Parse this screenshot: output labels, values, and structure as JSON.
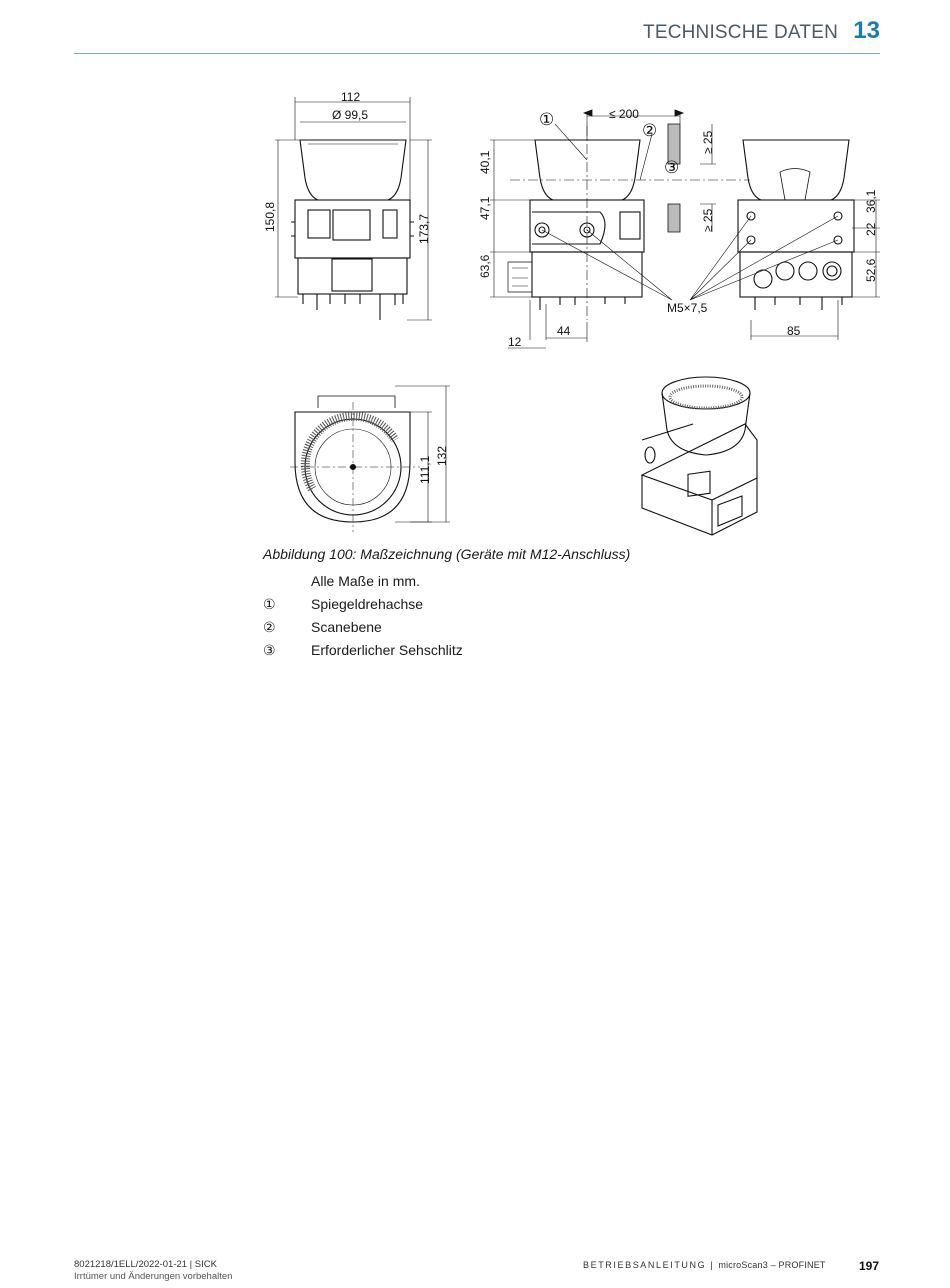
{
  "header": {
    "title": "TECHNISCHE DATEN",
    "chapter": "13"
  },
  "drawing": {
    "dims": {
      "width_total": "112",
      "diameter": "Ø 99,5",
      "height_150": "150,8",
      "height_173": "173,7",
      "max_200": "≤ 200",
      "dim_40": "40,1",
      "dim_47": "47,1",
      "dim_63": "63,6",
      "ge25_top": "≥ 25",
      "ge25_bottom": "≥ 25",
      "dim_36": "36,1",
      "dim_22": "22",
      "dim_52": "52,6",
      "thread": "M5×7,5",
      "dim_12": "12",
      "dim_44": "44",
      "dim_85": "85",
      "dim_111": "111,1",
      "dim_132": "132"
    },
    "markers": {
      "m1": "①",
      "m2": "②",
      "m3": "③"
    }
  },
  "caption": "Abbildung 100: Maßzeichnung (Geräte mit M12-Anschluss)",
  "legend": {
    "note": "Alle Maße in mm.",
    "items": [
      {
        "marker": "①",
        "text": "Spiegeldrehachse"
      },
      {
        "marker": "②",
        "text": "Scanebene"
      },
      {
        "marker": "③",
        "text": "Erforderlicher Sehschlitz"
      }
    ]
  },
  "footer": {
    "doc": "8021218/1ELL/2022-01-21 | SICK",
    "disclaimer": "Irrtümer und Änderungen vorbehalten",
    "manual": "BETRIEBSANLEITUNG",
    "product": "microScan3 – PROFINET",
    "page": "197"
  }
}
